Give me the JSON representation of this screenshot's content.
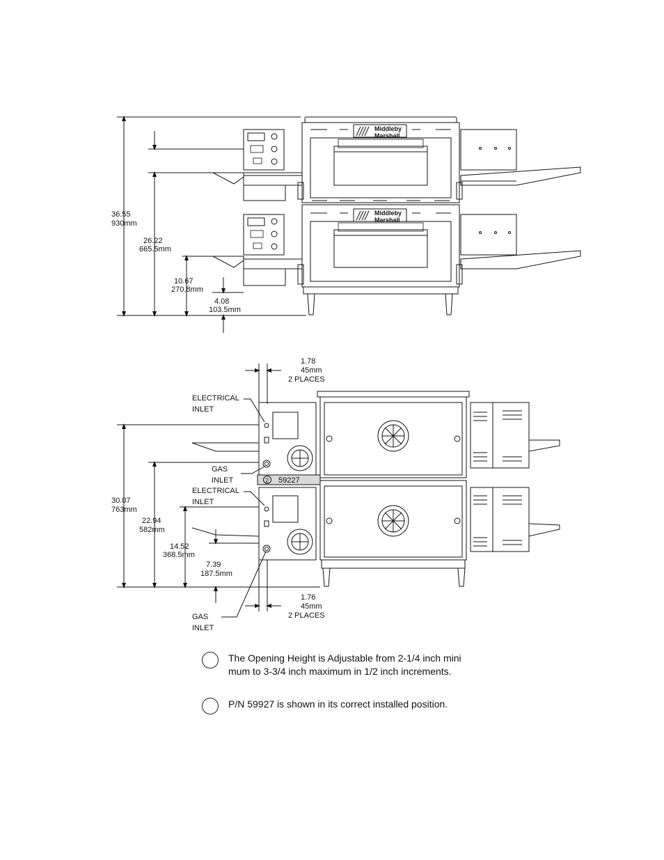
{
  "top_view": {
    "brand_line1": "Middleby",
    "brand_line2": "Marshall",
    "dims": [
      {
        "inch": "36.55",
        "mm": "930mm"
      },
      {
        "inch": "26.22",
        "mm": "665.5mm"
      },
      {
        "inch": "10.67",
        "mm": "270.8mm"
      },
      {
        "inch": "4.08",
        "mm": "103.5mm"
      }
    ]
  },
  "rear_view": {
    "top_gap": {
      "inch": "1.78",
      "mm": "45mm",
      "note": "2 PLACES"
    },
    "bottom_gap": {
      "inch": "1.76",
      "mm": "45mm",
      "note": "2 PLACES"
    },
    "electrical_inlet_1": [
      "ELECTRICAL",
      "INLET"
    ],
    "gas_inlet_1": [
      "GAS",
      "INLET"
    ],
    "electrical_inlet_2": [
      "ELECTRICAL",
      "INLET"
    ],
    "gas_inlet_2": [
      "GAS",
      "INLET"
    ],
    "part_callout_num": "2",
    "part_number": "59227",
    "dims": [
      {
        "inch": "30.07",
        "mm": "763mm"
      },
      {
        "inch": "22.94",
        "mm": "582mm"
      },
      {
        "inch": "14.52",
        "mm": "368.5mm"
      },
      {
        "inch": "7.39",
        "mm": "187.5mm"
      }
    ]
  },
  "notes": [
    {
      "text": "The Opening Height is Adjustable from 2-1/4 inch mini\nmum to 3-3/4 inch maximum in 1/2 inch increments."
    },
    {
      "text": "P/N 59927 is shown in its correct installed position."
    }
  ]
}
